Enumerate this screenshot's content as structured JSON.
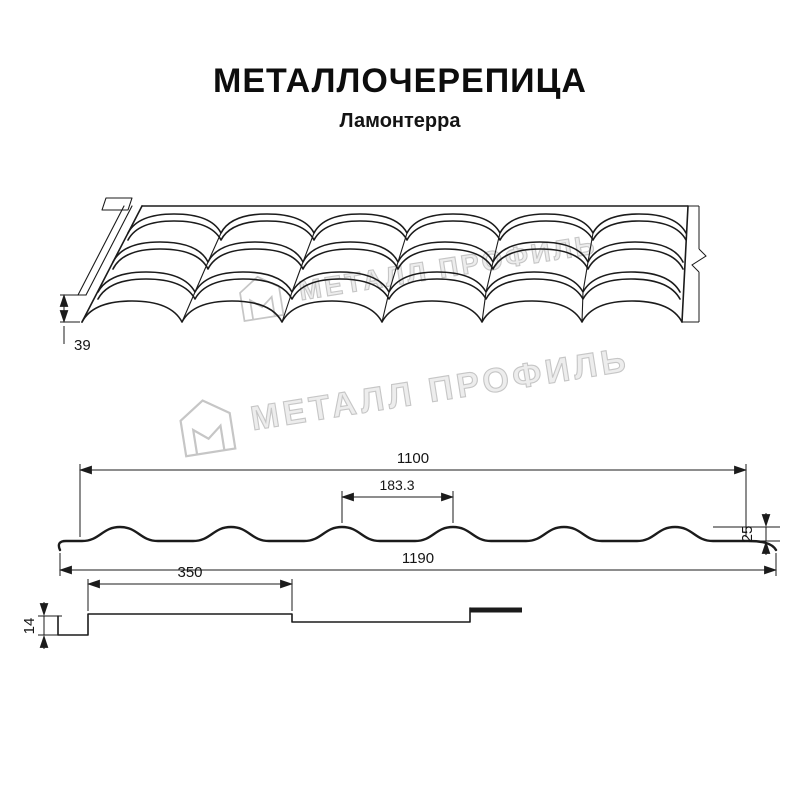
{
  "header": {
    "title": "МЕТАЛЛОЧЕРЕПИЦА",
    "subtitle": "Ламонтерра"
  },
  "watermark": {
    "text": "МЕТАЛЛ ПРОФИЛЬ"
  },
  "dimensions": {
    "perspective": {
      "flange_height": "39"
    },
    "profile": {
      "working_width": "1100",
      "module_width": "183.3",
      "wave_height": "25",
      "overall_width": "1190"
    },
    "longitudinal": {
      "module_length": "350",
      "step_height": "14"
    }
  },
  "colors": {
    "line": "#1b1b1b",
    "watermark": "#c6c6c6",
    "background": "#ffffff"
  }
}
